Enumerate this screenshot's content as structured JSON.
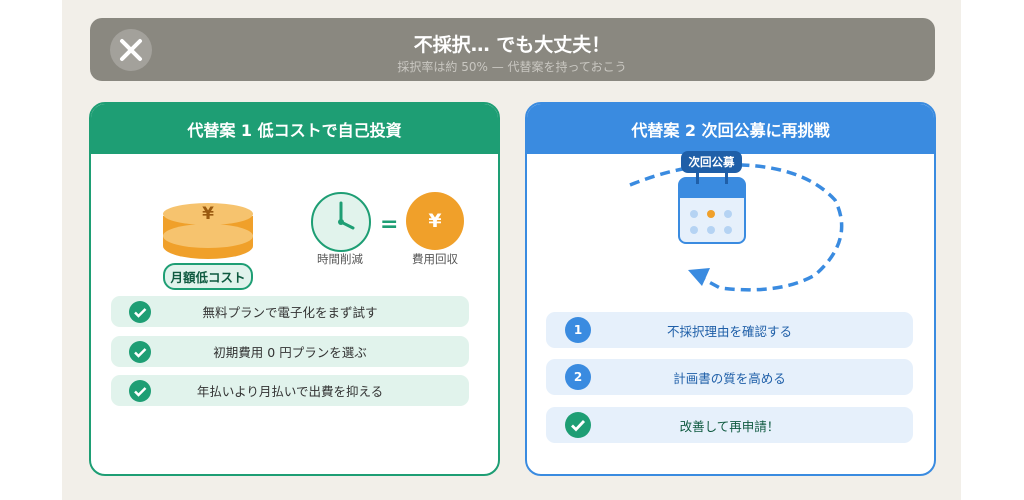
{
  "banner": {
    "icon": "close-icon",
    "title": "不採択… でも大丈夫！",
    "subtitle": "採択率は約 50% — 代替案を持っておこう"
  },
  "colors": {
    "green": "#1e9e74",
    "blue": "#3a8be0",
    "orange": "#f0a02a",
    "banner": "#8a8880"
  },
  "plan1": {
    "title": "代替案 1 低コストで自己投資",
    "coin_symbol": "¥",
    "tag": "月額低コスト",
    "clock_label": "時間削減",
    "equals": "=",
    "yen_symbol": "¥",
    "yen_label": "費用回収",
    "items": [
      "無料プランで電子化をまず試す",
      "初期費用 0 円プランを選ぶ",
      "年払いより月払いで出費を抑える"
    ]
  },
  "plan2": {
    "title": "代替案 2 次回公募に再挑戦",
    "calendar_tag": "次回公募",
    "steps": [
      {
        "marker": "1",
        "text": "不採択理由を確認する"
      },
      {
        "marker": "2",
        "text": "計画書の質を高める"
      },
      {
        "marker": "check",
        "text": "改善して再申請！"
      }
    ]
  }
}
